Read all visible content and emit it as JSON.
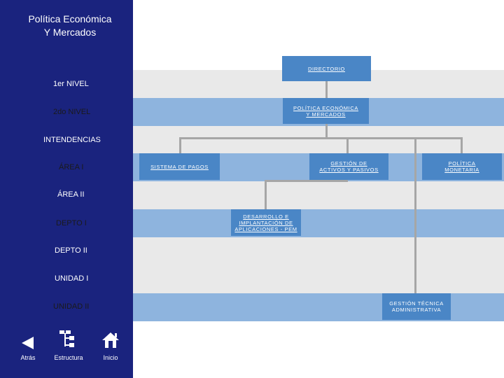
{
  "title": {
    "line1": "Política Económica",
    "line2": "Y Mercados"
  },
  "levels": [
    "1er NIVEL",
    "2do NIVEL",
    "INTENDENCIAS",
    "ÁREA I",
    "ÁREA II",
    "DEPTO I",
    "DEPTO II",
    "UNIDAD I",
    "UNIDAD II"
  ],
  "nodes": {
    "directorio": [
      "DIRECTORIO"
    ],
    "politica_economica": [
      "POLÍTICA ECONÓMICA",
      "Y MERCADOS"
    ],
    "sistema_pagos": [
      "SISTEMA DE PAGOS"
    ],
    "gestion_activos": [
      "GESTIÓN DE",
      "ACTIVOS Y PASIVOS"
    ],
    "politica_monetaria": [
      "POLÍTICA",
      "MONETARIA"
    ],
    "desarrollo": [
      "DESARROLLO E",
      "IMPLANTACIÓN DE",
      "APLICACIONES - PEM"
    ],
    "gestion_tecnica": [
      "GESTIÓN TÉCNICA",
      "ADMINISTRATIVA"
    ]
  },
  "nav": {
    "back": "Atrás",
    "structure": "Estructura",
    "home": "Inicio"
  },
  "colors": {
    "sidebar": "#1a237e",
    "band_blue": "#8eb4de",
    "band_light": "#e9e9e9",
    "node": "#4a86c6",
    "connector": "#a6a6a6"
  },
  "icons": {
    "back": "triangle-left-icon",
    "structure": "org-tree-icon",
    "home": "house-icon"
  }
}
